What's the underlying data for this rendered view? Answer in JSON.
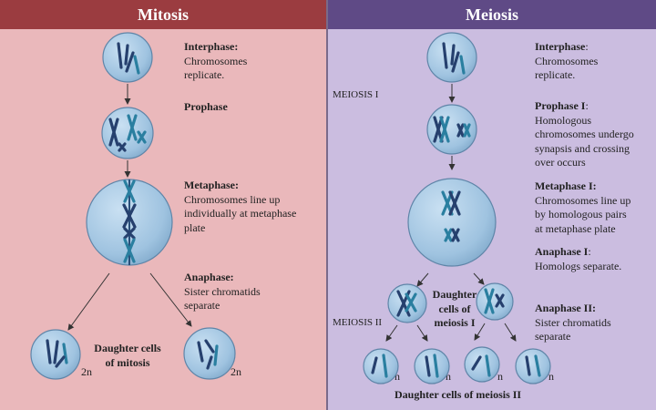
{
  "mitosis": {
    "title": "Mitosis",
    "interphase": {
      "title": "Interphase:",
      "desc_1": "Chromosomes",
      "desc_2": "replicate."
    },
    "prophase": {
      "title": "Prophase"
    },
    "metaphase": {
      "title": "Metaphase:",
      "desc_1": "Chromosomes line up",
      "desc_2": "individually at metaphase",
      "desc_3": "plate"
    },
    "anaphase": {
      "title": "Anaphase:",
      "desc_1": "Sister chromatids",
      "desc_2": "separate"
    },
    "daughter": {
      "line_1": "Daughter cells",
      "line_2": "of mitosis",
      "ploidy_left": "2n",
      "ploidy_right": "2n"
    }
  },
  "meiosis": {
    "title": "Meiosis",
    "meiosis_1_label": "MEIOSIS I",
    "meiosis_2_label": "MEIOSIS II",
    "interphase": {
      "title": "Interphase",
      "colon": ":",
      "desc_1": "Chromosomes",
      "desc_2": "replicate."
    },
    "prophase1": {
      "title": "Prophase I",
      "colon": ":",
      "desc_1": "Homologous",
      "desc_2": "chromosomes undergo",
      "desc_3": "synapsis and crossing",
      "desc_4": "over occurs"
    },
    "metaphase1": {
      "title": "Metaphase I:",
      "desc_1": "Chromosomes line up",
      "desc_2": "by homologous pairs",
      "desc_3": "at metaphase plate"
    },
    "anaphase1": {
      "title": "Anaphase I",
      "colon": ":",
      "desc_1": "Homologs separate."
    },
    "daughter1": {
      "line_1": "Daughter",
      "line_2": "cells of",
      "line_3": "meiosis I"
    },
    "anaphase2": {
      "title": "Anaphase II:",
      "desc_1": "Sister chromatids",
      "desc_2": "separate"
    },
    "daughter2": {
      "label": "Daughter cells of meiosis II",
      "ploidy": [
        "n",
        "n",
        "n",
        "n"
      ]
    }
  },
  "colors": {
    "mitosis_header": "#9b3c40",
    "mitosis_bg": "#eab8bb",
    "meiosis_header": "#5f4a86",
    "meiosis_bg": "#cbbde0",
    "cell_fill": "#9fc3e0",
    "chromosome_dark": "#26406e",
    "chromosome_light": "#2a7fa0"
  }
}
